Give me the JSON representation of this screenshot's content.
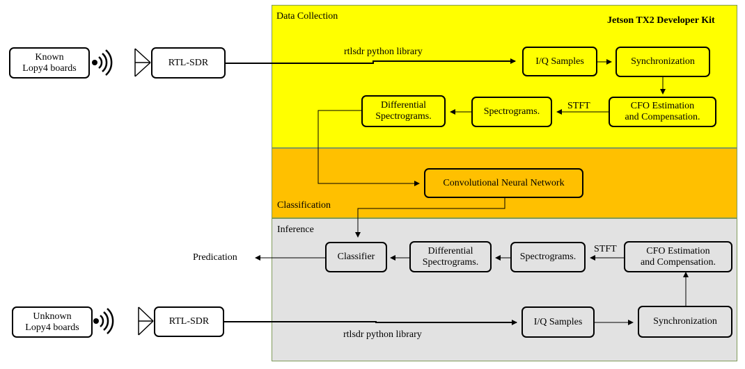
{
  "regions": {
    "collection": "Data Collection",
    "classification": "Classification",
    "inference": "Inference",
    "kit": "Jetson TX2  Developer Kit"
  },
  "devices": {
    "known": "Known\nLopy4 boards",
    "unknown": "Unknown\nLopy4 boards",
    "sdr_top": "RTL-SDR",
    "sdr_bottom": "RTL-SDR"
  },
  "collection_nodes": {
    "iq": "I/Q Samples",
    "sync": "Synchronization",
    "cfo": "CFO Estimation\nand Compensation.",
    "spec": "Spectrograms.",
    "diff": "Differential\nSpectrograms."
  },
  "cnn": "Convolutional  Neural Network",
  "inference_nodes": {
    "classifier": "Classifier",
    "diff": "Differential\nSpectrograms.",
    "spec": "Spectrograms.",
    "cfo": "CFO Estimation\nand Compensation.",
    "iq": "I/Q Samples",
    "sync": "Synchronization"
  },
  "edge_labels": {
    "lib_top": "rtlsdr  python  library",
    "lib_bottom": "rtlsdr  python  library",
    "stft_top": "STFT",
    "stft_bottom": "STFT",
    "output": "Predication"
  },
  "colors": {
    "collection": "#ffff00",
    "classification": "#ffc000",
    "inference": "#e2e2e2",
    "border": "#7f9a5a"
  },
  "icons": [
    "radio-waves-icon",
    "antenna-icon"
  ]
}
